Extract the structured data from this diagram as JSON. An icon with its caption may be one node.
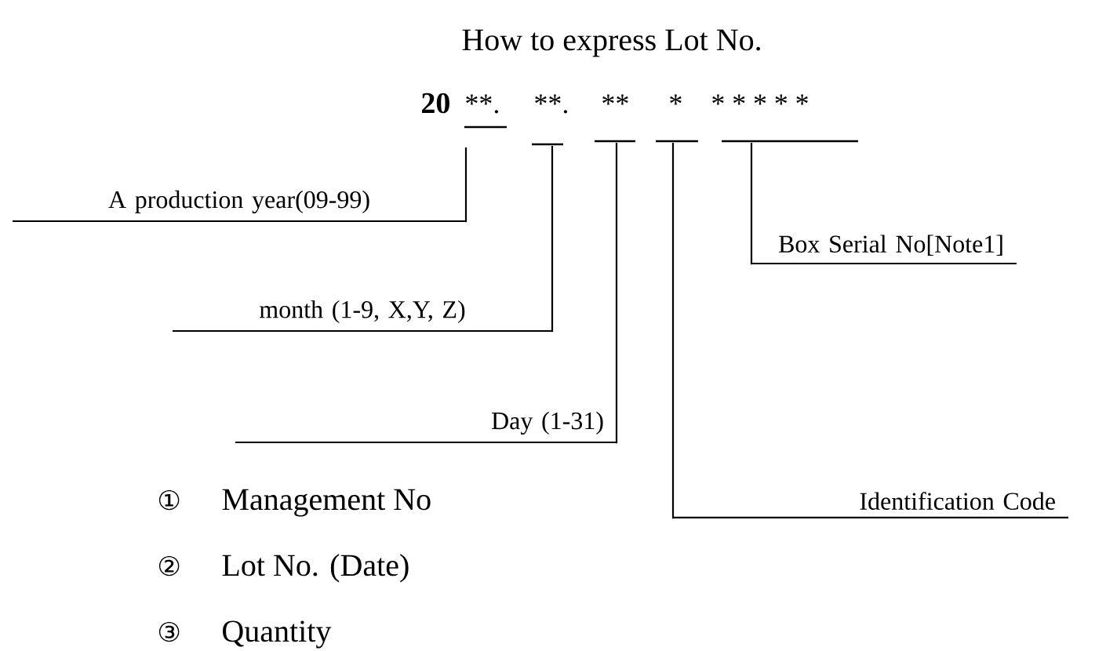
{
  "diagram": {
    "title": "How to express Lot No.",
    "nodes": [
      {
        "text": [],
        "shape": "bar"
      },
      {
        "text": [],
        "shape": "bar"
      },
      {
        "text": [],
        "shape": "bar"
      },
      {
        "text": [],
        "shape": "bar"
      },
      {
        "text": [],
        "shape": "bar"
      },
      {
        "text": [
          "A production year(09-99)"
        ]
      },
      {
        "text": [
          "Box Serial No[Note1]"
        ]
      },
      {
        "text": [
          "month (1-9, X,Y, Z)"
        ]
      },
      {
        "text": [
          "Day (1-31)"
        ]
      },
      {
        "text": [
          "Identification Code"
        ]
      }
    ],
    "edges": [
      {
        "from": 5,
        "to": 0,
        "arrow": "none"
      },
      {
        "from": 6,
        "to": 4,
        "arrow": "none"
      },
      {
        "from": 7,
        "to": 1,
        "arrow": "none"
      },
      {
        "from": 8,
        "to": 2,
        "arrow": "none"
      },
      {
        "from": 9,
        "to": 3,
        "arrow": "none"
      }
    ],
    "labels": [
      "20",
      "**.",
      "**.",
      "**",
      "*",
      "*",
      "*",
      "*",
      "*",
      "*",
      "①",
      "Management No",
      "②",
      "Lot No. (Date)",
      "③",
      "Quantity"
    ]
  }
}
